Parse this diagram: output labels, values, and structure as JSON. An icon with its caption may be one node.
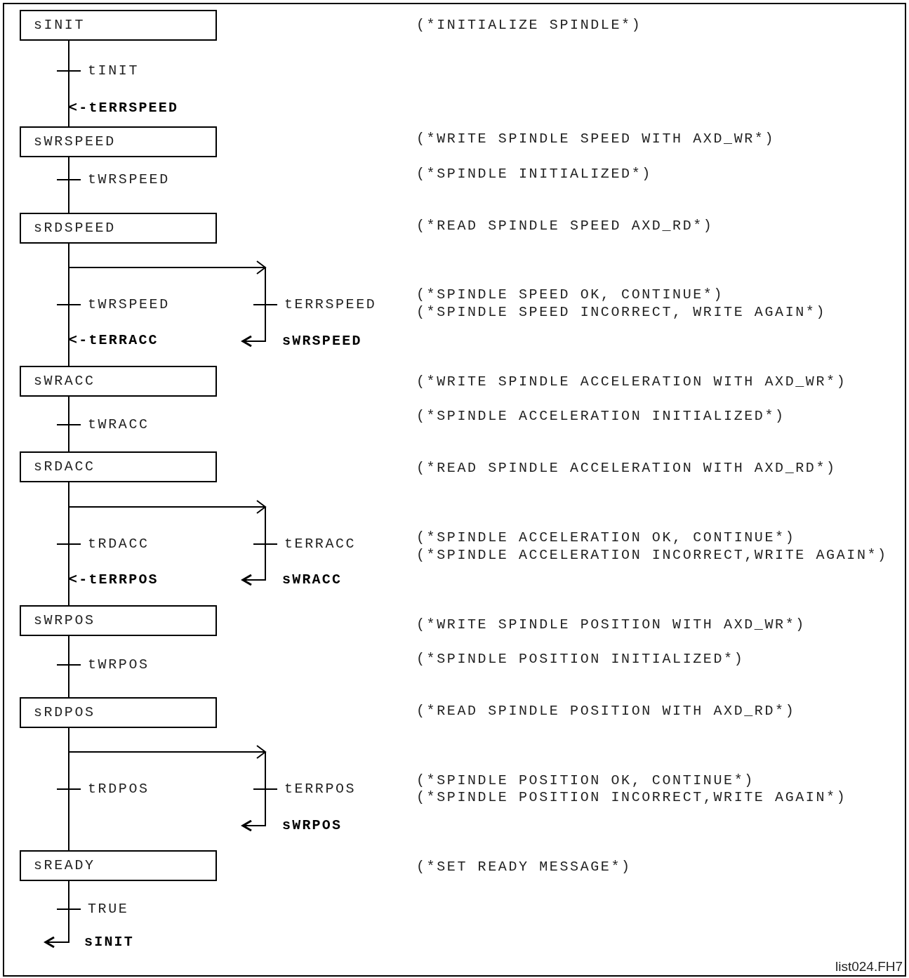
{
  "diagram": {
    "nodes": [
      {
        "text": [
          "sINIT"
        ]
      },
      {
        "text": [
          "sWRSPEED"
        ]
      },
      {
        "text": [
          "sRDSPEED"
        ]
      },
      {
        "text": [
          "sWRACC"
        ]
      },
      {
        "text": [
          "sRDACC"
        ]
      },
      {
        "text": [
          "sWRPOS"
        ]
      },
      {
        "text": [
          "sRDPOS"
        ]
      },
      {
        "text": [
          "sREADY"
        ]
      },
      {
        "text": [
          "sWRSPEED"
        ]
      },
      {
        "text": [
          "sWRACC"
        ]
      },
      {
        "text": [
          "sWRPOS"
        ]
      },
      {
        "text": [
          "sINIT"
        ]
      }
    ],
    "edges": [
      {
        "from": 0,
        "to": 1,
        "arrow": "none",
        "label": "tINIT"
      },
      {
        "from": 1,
        "to": 2,
        "arrow": "none",
        "label": "tWRSPEED"
      },
      {
        "from": 2,
        "to": 3,
        "arrow": "none",
        "label": "tWRSPEED"
      },
      {
        "from": 2,
        "to": 8,
        "arrow": "to",
        "label": "tERRSPEED"
      },
      {
        "from": 3,
        "to": 4,
        "arrow": "none",
        "label": "tWRACC"
      },
      {
        "from": 4,
        "to": 5,
        "arrow": "none",
        "label": "tRDACC"
      },
      {
        "from": 4,
        "to": 9,
        "arrow": "to",
        "label": "tERRACC"
      },
      {
        "from": 5,
        "to": 6,
        "arrow": "none",
        "label": "tWRPOS"
      },
      {
        "from": 6,
        "to": 7,
        "arrow": "none",
        "label": "tRDPOS"
      },
      {
        "from": 6,
        "to": 10,
        "arrow": "to",
        "label": "tERRPOS"
      },
      {
        "from": 7,
        "to": 11,
        "arrow": "to",
        "label": "TRUE"
      }
    ],
    "labels": [
      "(*INITIALIZE SPINDLE*)",
      "<-tERRSPEED",
      "(*WRITE SPINDLE SPEED WITH AXD_WR*)",
      "(*SPINDLE INITIALIZED*)",
      "(*READ SPINDLE SPEED AXD_RD*)",
      "(*SPINDLE SPEED OK, CONTINUE*)",
      "(*SPINDLE SPEED INCORRECT, WRITE AGAIN*)",
      "<-tERRACC",
      "(*WRITE SPINDLE ACCELERATION WITH AXD_WR*)",
      "(*SPINDLE ACCELERATION INITIALIZED*)",
      "(*READ SPINDLE ACCELERATION WITH AXD_RD*)",
      "(*SPINDLE ACCELERATION OK, CONTINUE*)",
      "(*SPINDLE ACCELERATION INCORRECT,WRITE AGAIN*)",
      "<-tERRPOS",
      "(*WRITE SPINDLE POSITION WITH AXD_WR*)",
      "(*SPINDLE POSITION INITIALIZED*)",
      "(*READ SPINDLE POSITION WITH AXD_RD*)",
      "(*SPINDLE POSITION OK, CONTINUE*)",
      "(*SPINDLE POSITION INCORRECT,WRITE AGAIN*)",
      "(*SET READY MESSAGE*)",
      "list024.FH7"
    ]
  }
}
